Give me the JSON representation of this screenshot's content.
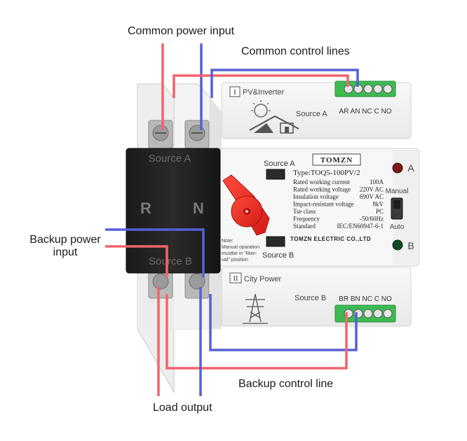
{
  "callouts": {
    "common_power_input": "Common power input",
    "common_control_lines": "Common control lines",
    "backup_power_input_line1": "Backup power",
    "backup_power_input_line2": "input",
    "backup_control_line": "Backup control line",
    "load_output": "Load output"
  },
  "top_module": {
    "badge": "I",
    "title": "PV&Inverter",
    "source_label": "Source A",
    "terminals": "AR AN NC C NO"
  },
  "bottom_module": {
    "badge": "II",
    "title": "City Power",
    "source_label": "Source B",
    "terminals": "BR BN NC C NO"
  },
  "breaker": {
    "top_label": "Source A",
    "bottom_label": "Source B",
    "pole_r": "R",
    "pole_n": "N"
  },
  "front_panel": {
    "brand": "TOMZN",
    "type": "Type:TOQ5-100PV/2",
    "specs": [
      {
        "name": "Rated working current",
        "value": "100A"
      },
      {
        "name": "Rated working voltage",
        "value": "220V AC"
      },
      {
        "name": "Insulation voltage",
        "value": "690V AC"
      },
      {
        "name": "Impact-resistant voltage",
        "value": "8kV"
      },
      {
        "name": "Tse class",
        "value": "PC"
      },
      {
        "name": "Frequency",
        "value": "-50/60Hz"
      },
      {
        "name": "Standard",
        "value": "IEC/EN60947-6-1"
      }
    ],
    "company": "TOMZN ELECTRIC CO.,LTD",
    "source_a_label": "Source A",
    "source_b_label": "Source B",
    "note_line1": "Note:",
    "note_line2": "Manual oparation",
    "note_line3": "mustbe in \"Man-",
    "note_line4": "ual\" position",
    "indicator_a": "A",
    "indicator_b": "B",
    "switch_manual": "Manual",
    "switch_auto": "Auto"
  },
  "colors": {
    "wire_red": "#f2646c",
    "wire_blue": "#5560d8",
    "terminal_green": "#3dbb52",
    "breaker_black": "#1e1e1e",
    "handle_red": "#ee2a24",
    "indicator_red": "#7a1a1a",
    "indicator_green": "#0f4a24"
  }
}
